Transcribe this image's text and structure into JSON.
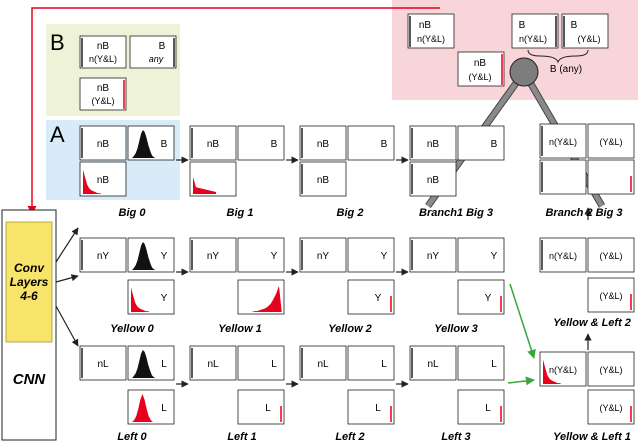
{
  "panels": {
    "a_letter": "A",
    "b_letter": "B"
  },
  "cnn": {
    "conv_lines": [
      "Conv",
      "Layers",
      "4-6"
    ],
    "title": "CNN"
  },
  "legend_b": {
    "nb": "nB",
    "n_yl": "n(Y&L)",
    "b": "B",
    "any": "any",
    "yl": "(Y&L)"
  },
  "legend_top": {
    "nb": "nB",
    "n_yl": "n(Y&L)",
    "b": "B",
    "yl": "(Y&L)",
    "b_any": "B (any)"
  },
  "plot_labels": {
    "nb": "nB",
    "b": "B",
    "ny": "nY",
    "y": "Y",
    "nl": "nL",
    "l": "L",
    "n_yl": "n(Y&L)",
    "yl": "(Y&L)"
  },
  "captions": {
    "big0": "Big 0",
    "big1": "Big 1",
    "big2": "Big 2",
    "branch1": "Branch1 Big 3",
    "branch2": "Branch 2 Big 3",
    "yellow0": "Yellow 0",
    "yellow1": "Yellow 1",
    "yellow2": "Yellow 2",
    "yellow3": "Yellow 3",
    "yellow_left2": "Yellow & Left 2",
    "left0": "Left 0",
    "left1": "Left 1",
    "left2": "Left 2",
    "left3": "Left 3",
    "yellow_left1": "Yellow & Left 1"
  },
  "colors": {
    "red": "#e8001c",
    "green": "#3aa53a",
    "yellow": "#f7e46a",
    "panel_b": "#eef2d6",
    "panel_a": "#d7ecf8",
    "panel_top": "#f8d5d8",
    "branch": "#7d7d7d"
  }
}
